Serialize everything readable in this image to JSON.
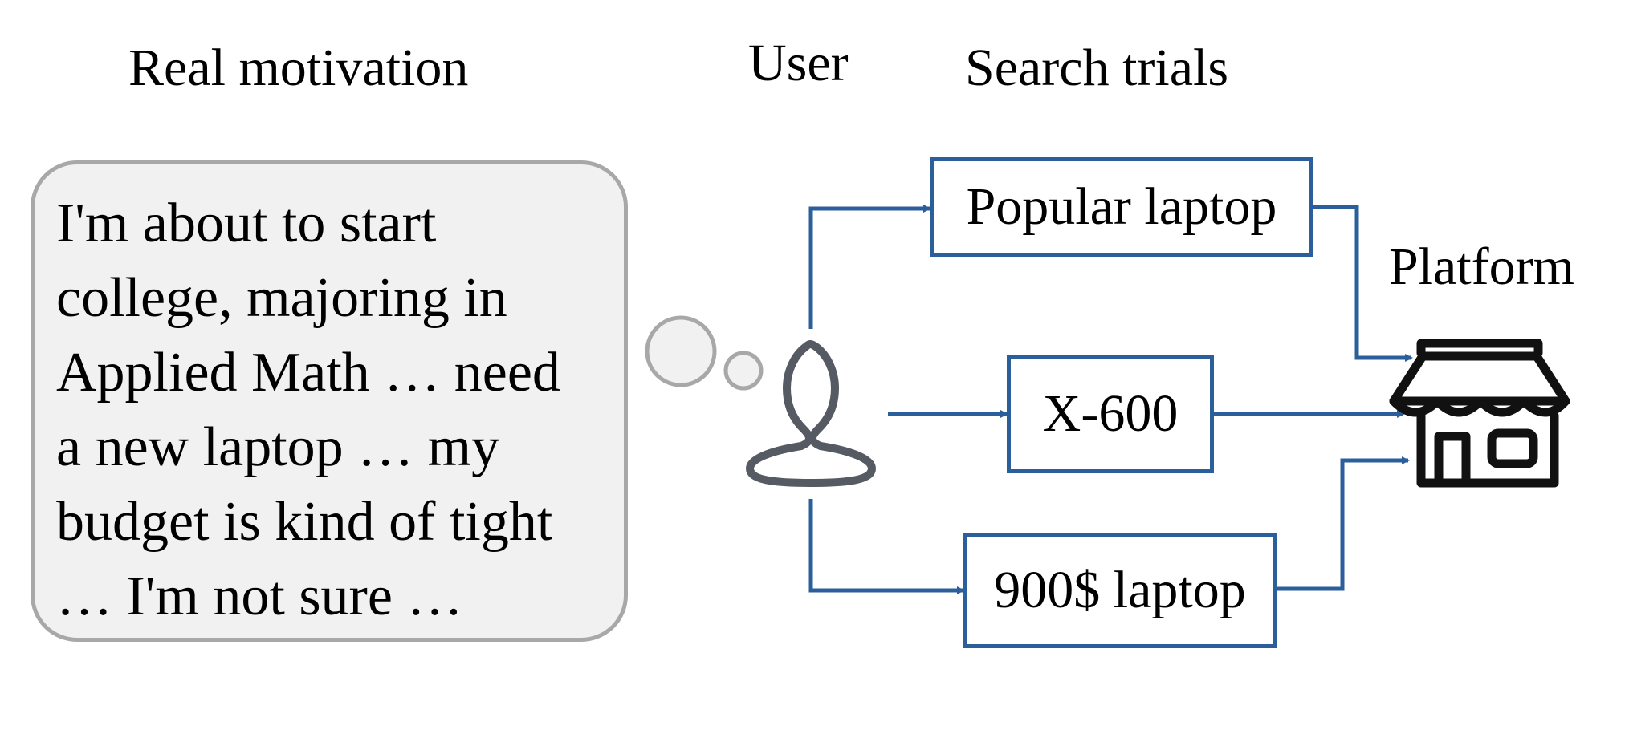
{
  "headers": {
    "motivation": "Real motivation",
    "user": "User",
    "trials": "Search trials",
    "platform": "Platform"
  },
  "bubble": {
    "lines": [
      "I'm about to start",
      "college, majoring in",
      "Applied Math … need",
      "a new laptop … my",
      "budget is kind of tight",
      "… I'm not sure …"
    ]
  },
  "trials": [
    {
      "label": "Popular laptop"
    },
    {
      "label": "X-600"
    },
    {
      "label": "900$ laptop"
    }
  ],
  "colors": {
    "arrow": "#2b5f9b",
    "bubble_fill": "#f1f1f1",
    "bubble_border": "#a8a8a8",
    "user_icon": "#555a63",
    "platform_icon": "#111111"
  },
  "icons": {
    "user": "user-icon",
    "platform": "store-icon"
  }
}
